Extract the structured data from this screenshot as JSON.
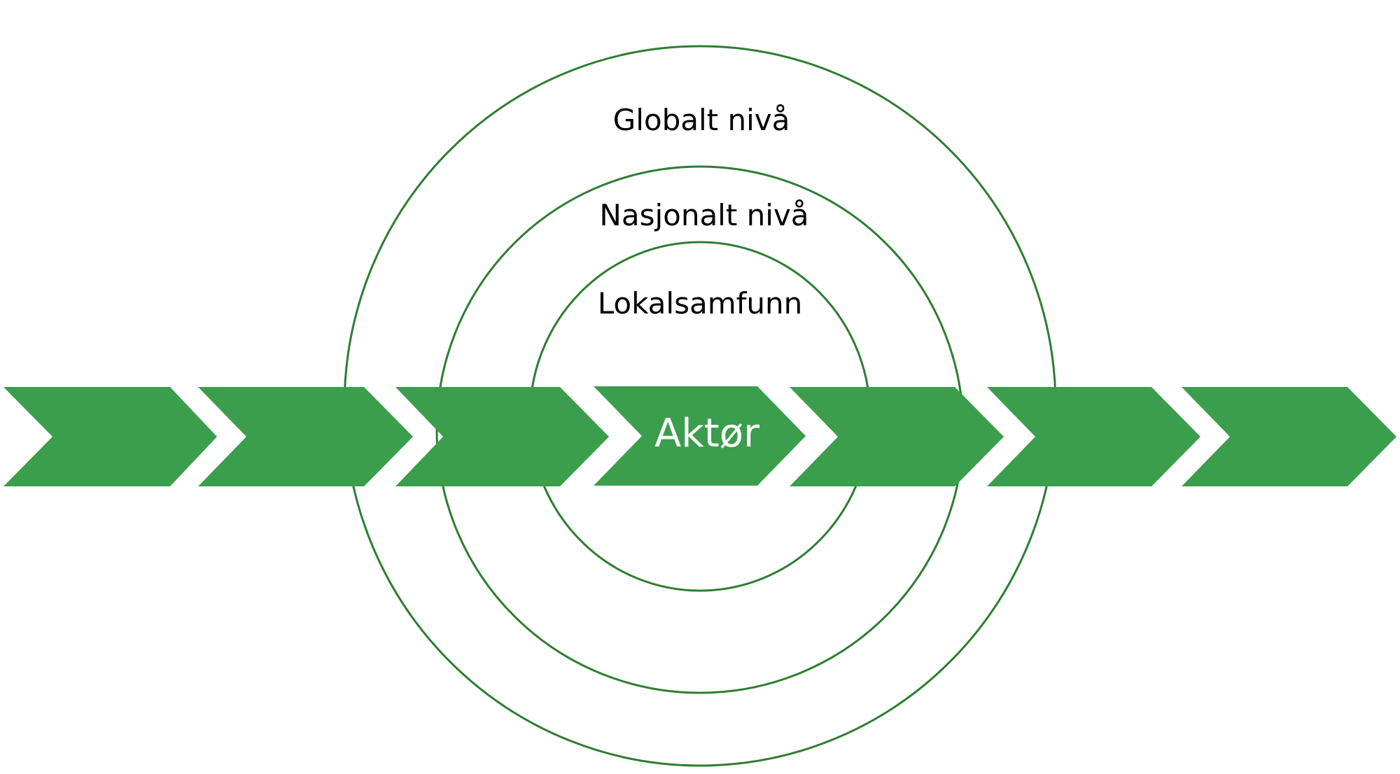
{
  "colors": {
    "ring_stroke": "#2e7d32",
    "chevron_fill": "#3b9e4c",
    "center_text": "#ffffff",
    "label_text": "#000000"
  },
  "levels": {
    "outer": "Globalt nivå",
    "middle": "Nasjonalt nivå",
    "inner": "Lokalsamfunn"
  },
  "center": {
    "label": "Aktør"
  },
  "chevron_count": 7
}
